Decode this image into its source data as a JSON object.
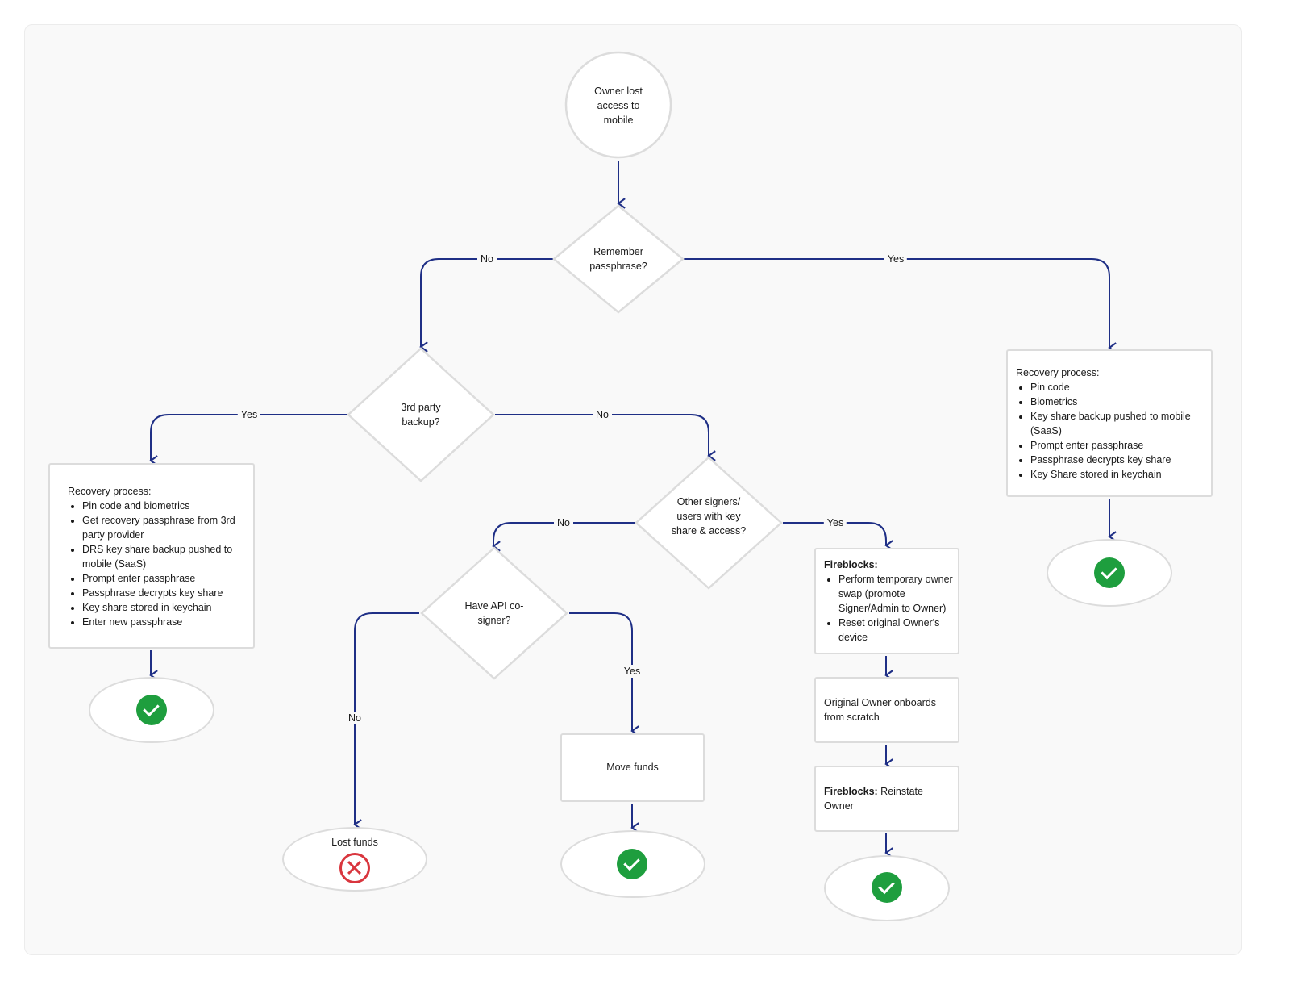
{
  "start": {
    "label": "Owner lost access to mobile"
  },
  "decisions": {
    "remember_passphrase": "Remember passphrase?",
    "third_party_backup": "3rd party backup?",
    "other_signers": "Other signers/ users with key share & access?",
    "api_cosigner": "Have API co-signer?"
  },
  "edges": {
    "remember_no": "No",
    "remember_yes": "Yes",
    "backup_yes": "Yes",
    "backup_no": "No",
    "signers_no": "No",
    "signers_yes": "Yes",
    "api_no": "No",
    "api_yes": "Yes"
  },
  "recovery_right": {
    "title": "Recovery process:",
    "items": [
      "Pin code",
      "Biometrics",
      "Key share backup pushed to mobile (SaaS)",
      "Prompt enter passphrase",
      "Passphrase decrypts key share",
      "Key Share stored in keychain"
    ]
  },
  "recovery_left": {
    "title": "Recovery process:",
    "items": [
      "Pin code and biometrics",
      "Get recovery passphrase from 3rd party provider",
      "DRS key share backup pushed to mobile (SaaS)",
      "Prompt enter passphrase",
      "Passphrase decrypts key share",
      "Key share stored in keychain",
      "Enter new passphrase"
    ]
  },
  "fireblocks_swap": {
    "title": "Fireblocks:",
    "items": [
      "Perform temporary owner swap (promote Signer/Admin to Owner)",
      "Reset original Owner's device"
    ]
  },
  "onboard": {
    "label": "Original Owner onboards from scratch"
  },
  "reinstate": {
    "bold": "Fireblocks:",
    "rest": " Reinstate Owner"
  },
  "move_funds": {
    "label": "Move funds"
  },
  "lost_funds": {
    "label": "Lost funds"
  },
  "colors": {
    "arrow": "#1f2f86",
    "shape_border": "#dcdcdc",
    "success": "#1e9e3e",
    "fail": "#d9363e"
  },
  "icons": {
    "success": "check-circle-icon",
    "fail": "x-circle-icon"
  }
}
